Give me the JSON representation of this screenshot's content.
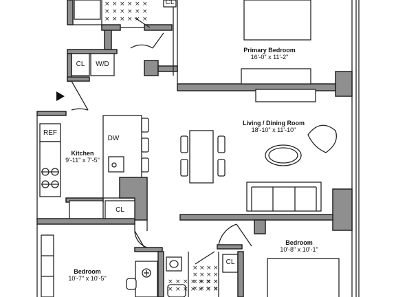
{
  "rooms": {
    "primary_bedroom": {
      "name": "Primary Bedroom",
      "dims": "16'-0\" x 11'-2\""
    },
    "living_dining": {
      "name": "Living / Dining Room",
      "dims": "18'-10\" x 11'-10\""
    },
    "kitchen": {
      "name": "Kitchen",
      "dims": "9'-11\" x 7'-5\""
    },
    "bedroom_right": {
      "name": "Bedroom",
      "dims": "10'-8\" x 10'-1\""
    },
    "bedroom_left": {
      "name": "Bedroom",
      "dims": "10'-7\" x 10'-5\""
    }
  },
  "fixtures": {
    "closet_entry": "CL",
    "washer_dryer": "W/D",
    "refrigerator": "REF",
    "dishwasher": "DW",
    "closet_kitchen": "CL",
    "closet_bath": "CL",
    "closet_top": "CL"
  },
  "colors": {
    "wall_fill": "#8f8f8f",
    "line": "#222222",
    "background": "#ffffff"
  }
}
